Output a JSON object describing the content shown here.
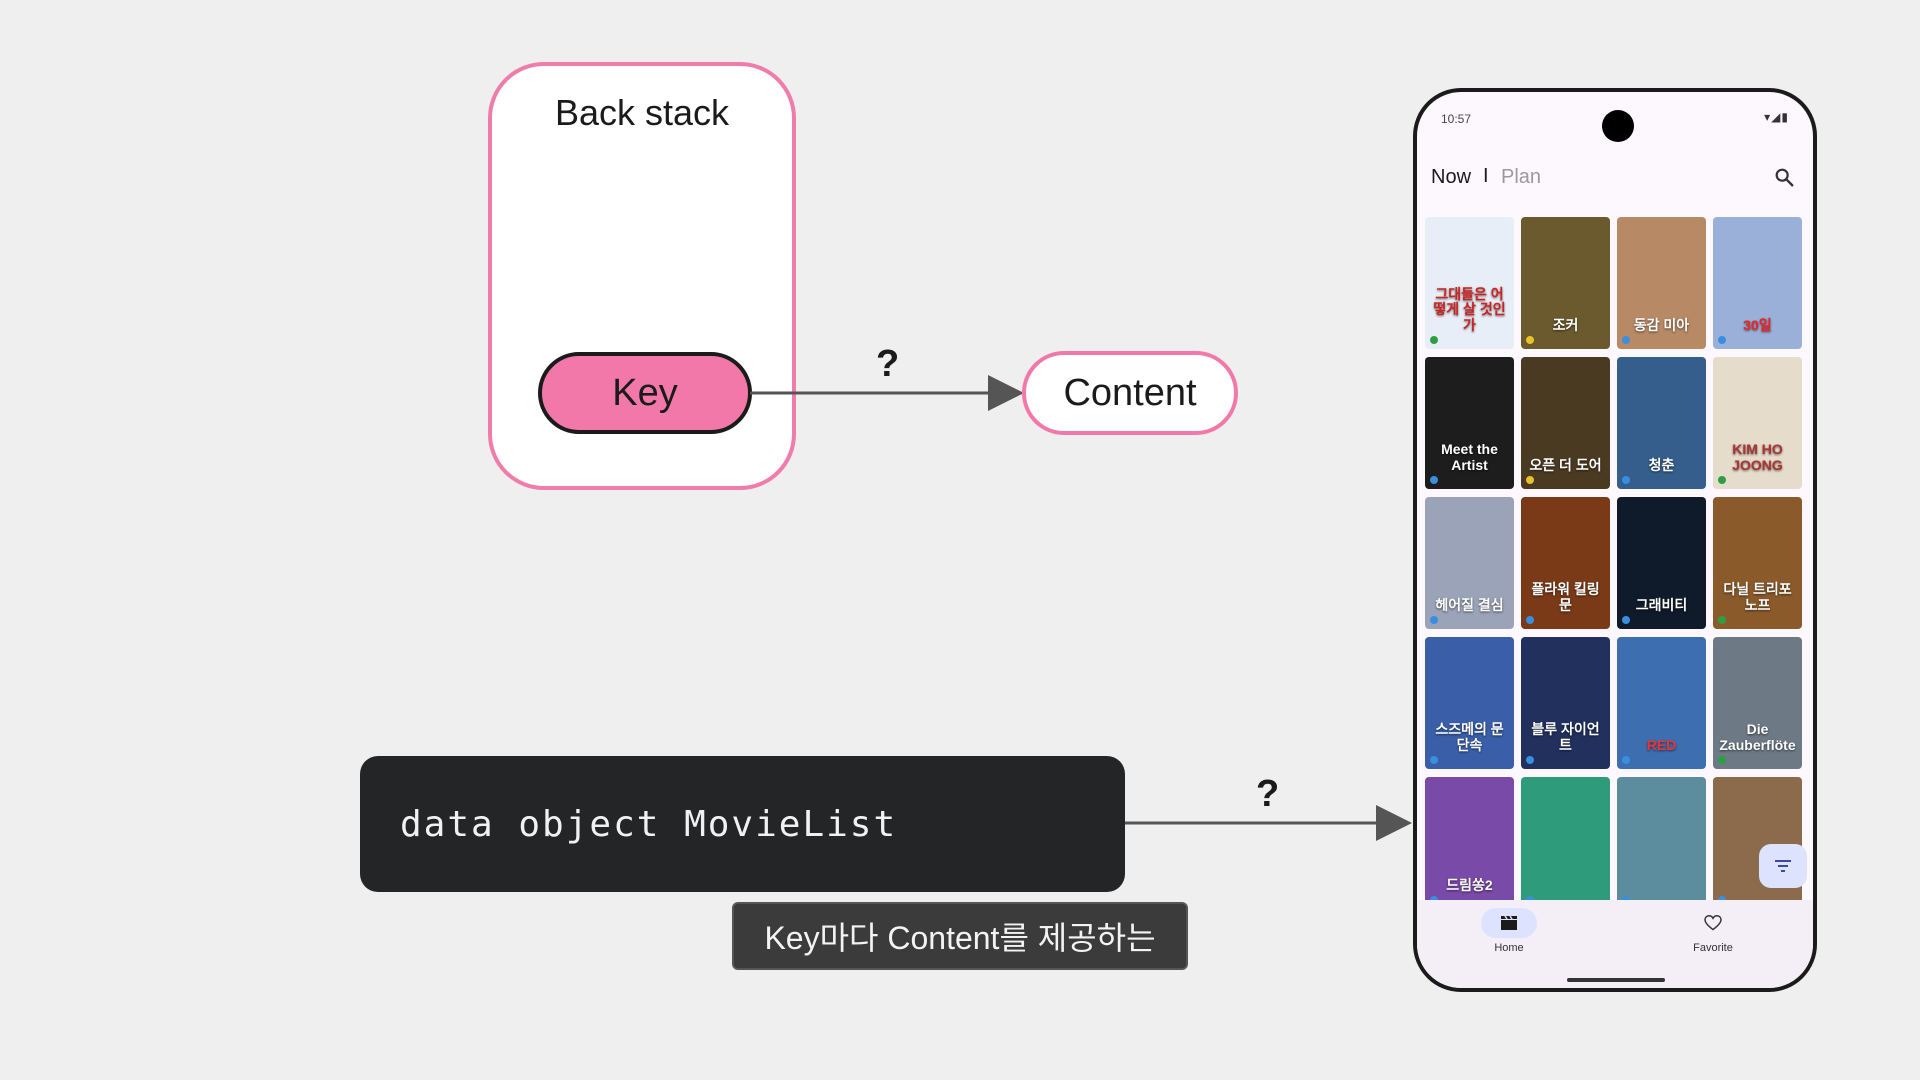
{
  "diagram": {
    "backstack_title": "Back stack",
    "key_label": "Key",
    "content_label": "Content",
    "question_top": "?",
    "question_bottom": "?",
    "code_text": "data object MovieList",
    "caption_text": "Key마다 Content를 제공하는",
    "colors": {
      "pink": "#f378aa",
      "dark": "#232527"
    }
  },
  "phone": {
    "status_time": "10:57",
    "status_icons": "▾◢▮",
    "tabs": {
      "now": "Now",
      "separator": "I",
      "plan": "Plan"
    },
    "search_icon": "search-icon",
    "posters": [
      {
        "text": "그대들은 어떻게 살 것인가",
        "bg": "#e8eef7",
        "fg": "#c22",
        "dot": "#2e9e44"
      },
      {
        "text": "조커",
        "bg": "#6b5a2e",
        "fg": "#fff",
        "dot": "#e6c32b"
      },
      {
        "text": "동감 미아",
        "bg": "#b88965",
        "fg": "#fff",
        "dot": "#3a8ee0"
      },
      {
        "text": "30일",
        "bg": "#9bb0d9",
        "fg": "#e22",
        "dot": "#3a8ee0"
      },
      {
        "text": "Meet the Artist",
        "bg": "#1d1d1d",
        "fg": "#fff",
        "dot": "#3a8ee0"
      },
      {
        "text": "오픈 더 도어",
        "bg": "#4b3a22",
        "fg": "#fff",
        "dot": "#e6c32b"
      },
      {
        "text": "청춘",
        "bg": "#355e8c",
        "fg": "#fff",
        "dot": "#3a8ee0"
      },
      {
        "text": "KIM HO JOONG",
        "bg": "#e6dccb",
        "fg": "#a33",
        "dot": "#2e9e44"
      },
      {
        "text": "헤어질 결심",
        "bg": "#9aa3b8",
        "fg": "#fff",
        "dot": "#3a8ee0"
      },
      {
        "text": "플라워 킬링 문",
        "bg": "#7a3a18",
        "fg": "#fff",
        "dot": "#3a8ee0"
      },
      {
        "text": "그래비티",
        "bg": "#0f1a2a",
        "fg": "#fff",
        "dot": "#3a8ee0"
      },
      {
        "text": "다닐 트리포노프",
        "bg": "#8a5a2a",
        "fg": "#fff",
        "dot": "#2e9e44"
      },
      {
        "text": "스즈메의 문단속",
        "bg": "#3a5fa8",
        "fg": "#fff",
        "dot": "#3a8ee0"
      },
      {
        "text": "블루 자이언트",
        "bg": "#22305e",
        "fg": "#fff",
        "dot": "#3a8ee0"
      },
      {
        "text": "RED",
        "bg": "#3d6fb0",
        "fg": "#e33",
        "dot": "#3a8ee0"
      },
      {
        "text": "Die Zauberflöte",
        "bg": "#6d7a85",
        "fg": "#fff",
        "dot": "#2e9e44"
      },
      {
        "text": "드림쏭2",
        "bg": "#7a4aa8",
        "fg": "#fff",
        "dot": "#3a8ee0"
      },
      {
        "text": "",
        "bg": "#2e9c7a",
        "fg": "#fff",
        "dot": "#3a8ee0"
      },
      {
        "text": "",
        "bg": "#5b8d9e",
        "fg": "#fff",
        "dot": "#3a8ee0"
      },
      {
        "text": "",
        "bg": "#8c6a4c",
        "fg": "#fff",
        "dot": "#3a8ee0"
      }
    ],
    "nav": {
      "home": "Home",
      "favorite": "Favorite"
    }
  }
}
